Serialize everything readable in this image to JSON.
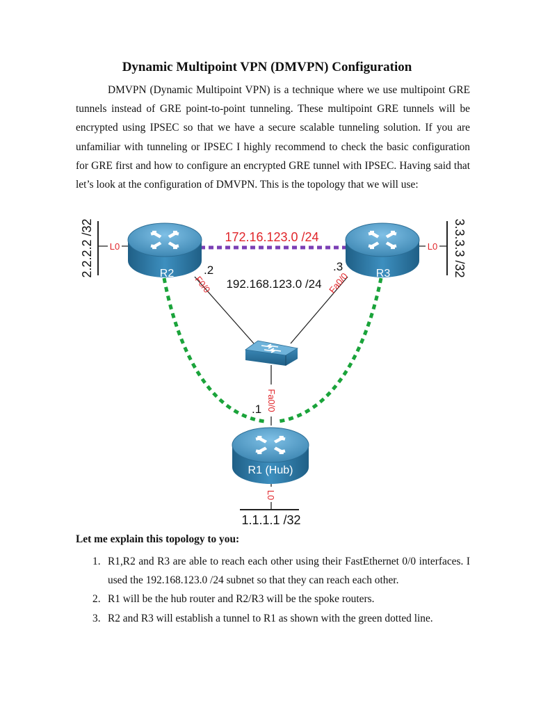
{
  "document": {
    "title": "Dynamic Multipoint VPN (DMVPN) Configuration",
    "intro": "DMVPN (Dynamic Multipoint VPN) is a technique where we use multipoint GRE tunnels instead of GRE point-to-point tunneling. These multipoint GRE tunnels will be encrypted using IPSEC so that we have a secure scalable tunneling solution. If you are unfamiliar with tunneling or IPSEC I highly recommend to check the basic configuration for GRE first and how to configure an encrypted GRE tunnel with IPSEC. Having said that let’s look at the configuration of DMVPN. This is the topology that we will use:",
    "explain_heading": "Let me explain this topology to you:",
    "steps": [
      {
        "num": "1.",
        "text": "R1,R2 and R3 are able to reach each other using their FastEthernet 0/0 interfaces. I used the 192.168.123.0 /24 subnet so that they can reach each other."
      },
      {
        "num": "2.",
        "text": "R1 will be the hub router and R2/R3 will be the spoke routers."
      },
      {
        "num": "3.",
        "text": "R2 and R3 will establish a tunnel to R1 as shown with the green dotted line."
      }
    ]
  },
  "diagram": {
    "routers": {
      "r2": "R2",
      "r3": "R3",
      "r1": "R1 (Hub)"
    },
    "loopbacks": {
      "r2": "2.2.2.2 /32",
      "r3": "3.3.3.3 /32",
      "r1": "1.1.1.1 /32"
    },
    "loopback_label": "L0",
    "tunnel_network": "172.16.123.0 /24",
    "lan_network": "192.168.123.0 /24",
    "host_ids": {
      "r2": ".2",
      "r3": ".3",
      "r1": ".1"
    },
    "interfaces": {
      "r2": "F0/0",
      "r3": "Fa0/0",
      "r1": "Fa0/0"
    },
    "colors": {
      "tunnel_spoke": "#7b3fb5",
      "tunnel_hub": "#1aa33a",
      "router_blue": "#3a84b0",
      "label_red": "#e0252a"
    },
    "icons": {
      "router": "router-icon",
      "switch": "switch-icon"
    }
  }
}
